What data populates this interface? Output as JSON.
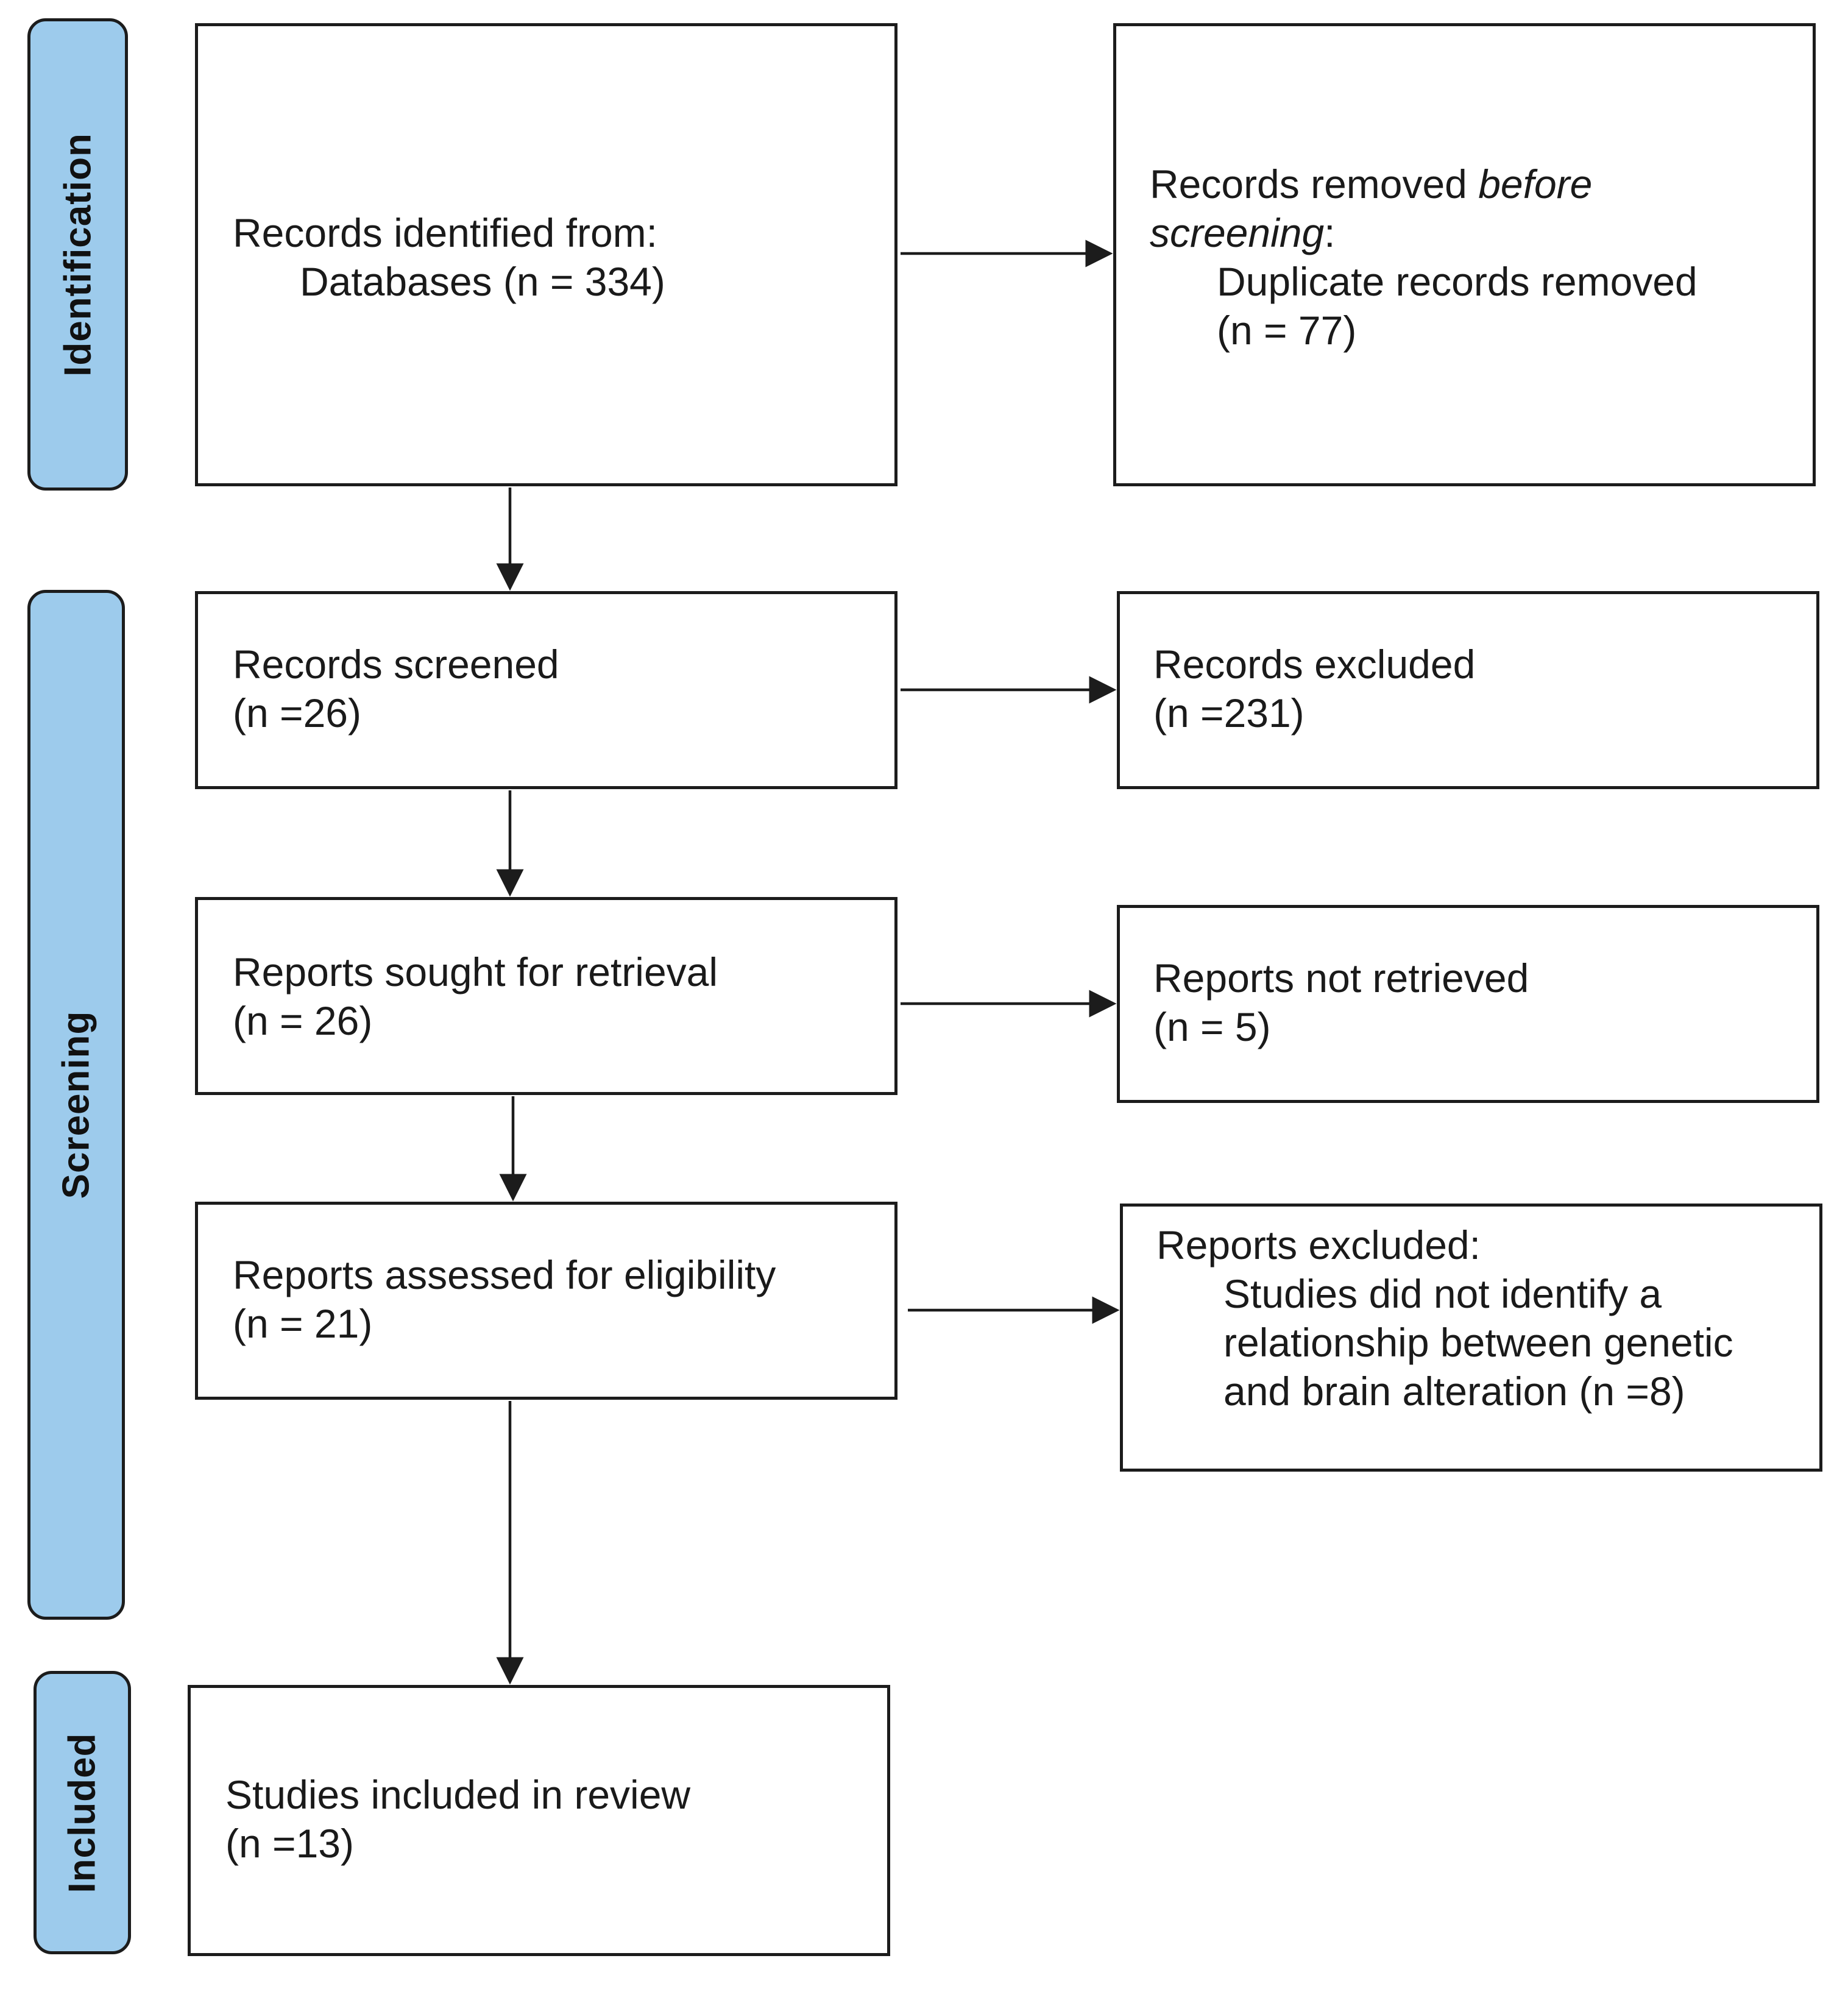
{
  "phases": {
    "identification": "Identification",
    "screening": "Screening",
    "included": "Included"
  },
  "boxes": {
    "identified": {
      "line1": "Records identified from:",
      "line2": "Databases (n = 334)"
    },
    "removed": {
      "line1": "Records removed ",
      "line1_em": "before",
      "line2_em": "screening",
      "line2": ":",
      "line3": "Duplicate records removed",
      "line4": "(n = 77)"
    },
    "screened": {
      "line1": "Records screened",
      "line2": "(n =26)"
    },
    "excluded": {
      "line1": "Records excluded",
      "line2": "(n =231)"
    },
    "sought": {
      "line1": "Reports sought for retrieval",
      "line2": "(n = 26)"
    },
    "not_retrieved": {
      "line1": "Reports not retrieved",
      "line2": "(n = 5)"
    },
    "assessed": {
      "line1": "Reports assessed for eligibility",
      "line2": "(n = 21)"
    },
    "reports_excluded": {
      "line1": "Reports excluded:",
      "line2": "Studies did not identify a",
      "line3": "relationship between genetic",
      "line4": "and brain alteration (n =8)"
    },
    "included": {
      "line1": "Studies included in review",
      "line2": "(n =13)"
    }
  },
  "colors": {
    "phase_fill": "#9dcbec",
    "stroke": "#1c1c1c"
  }
}
